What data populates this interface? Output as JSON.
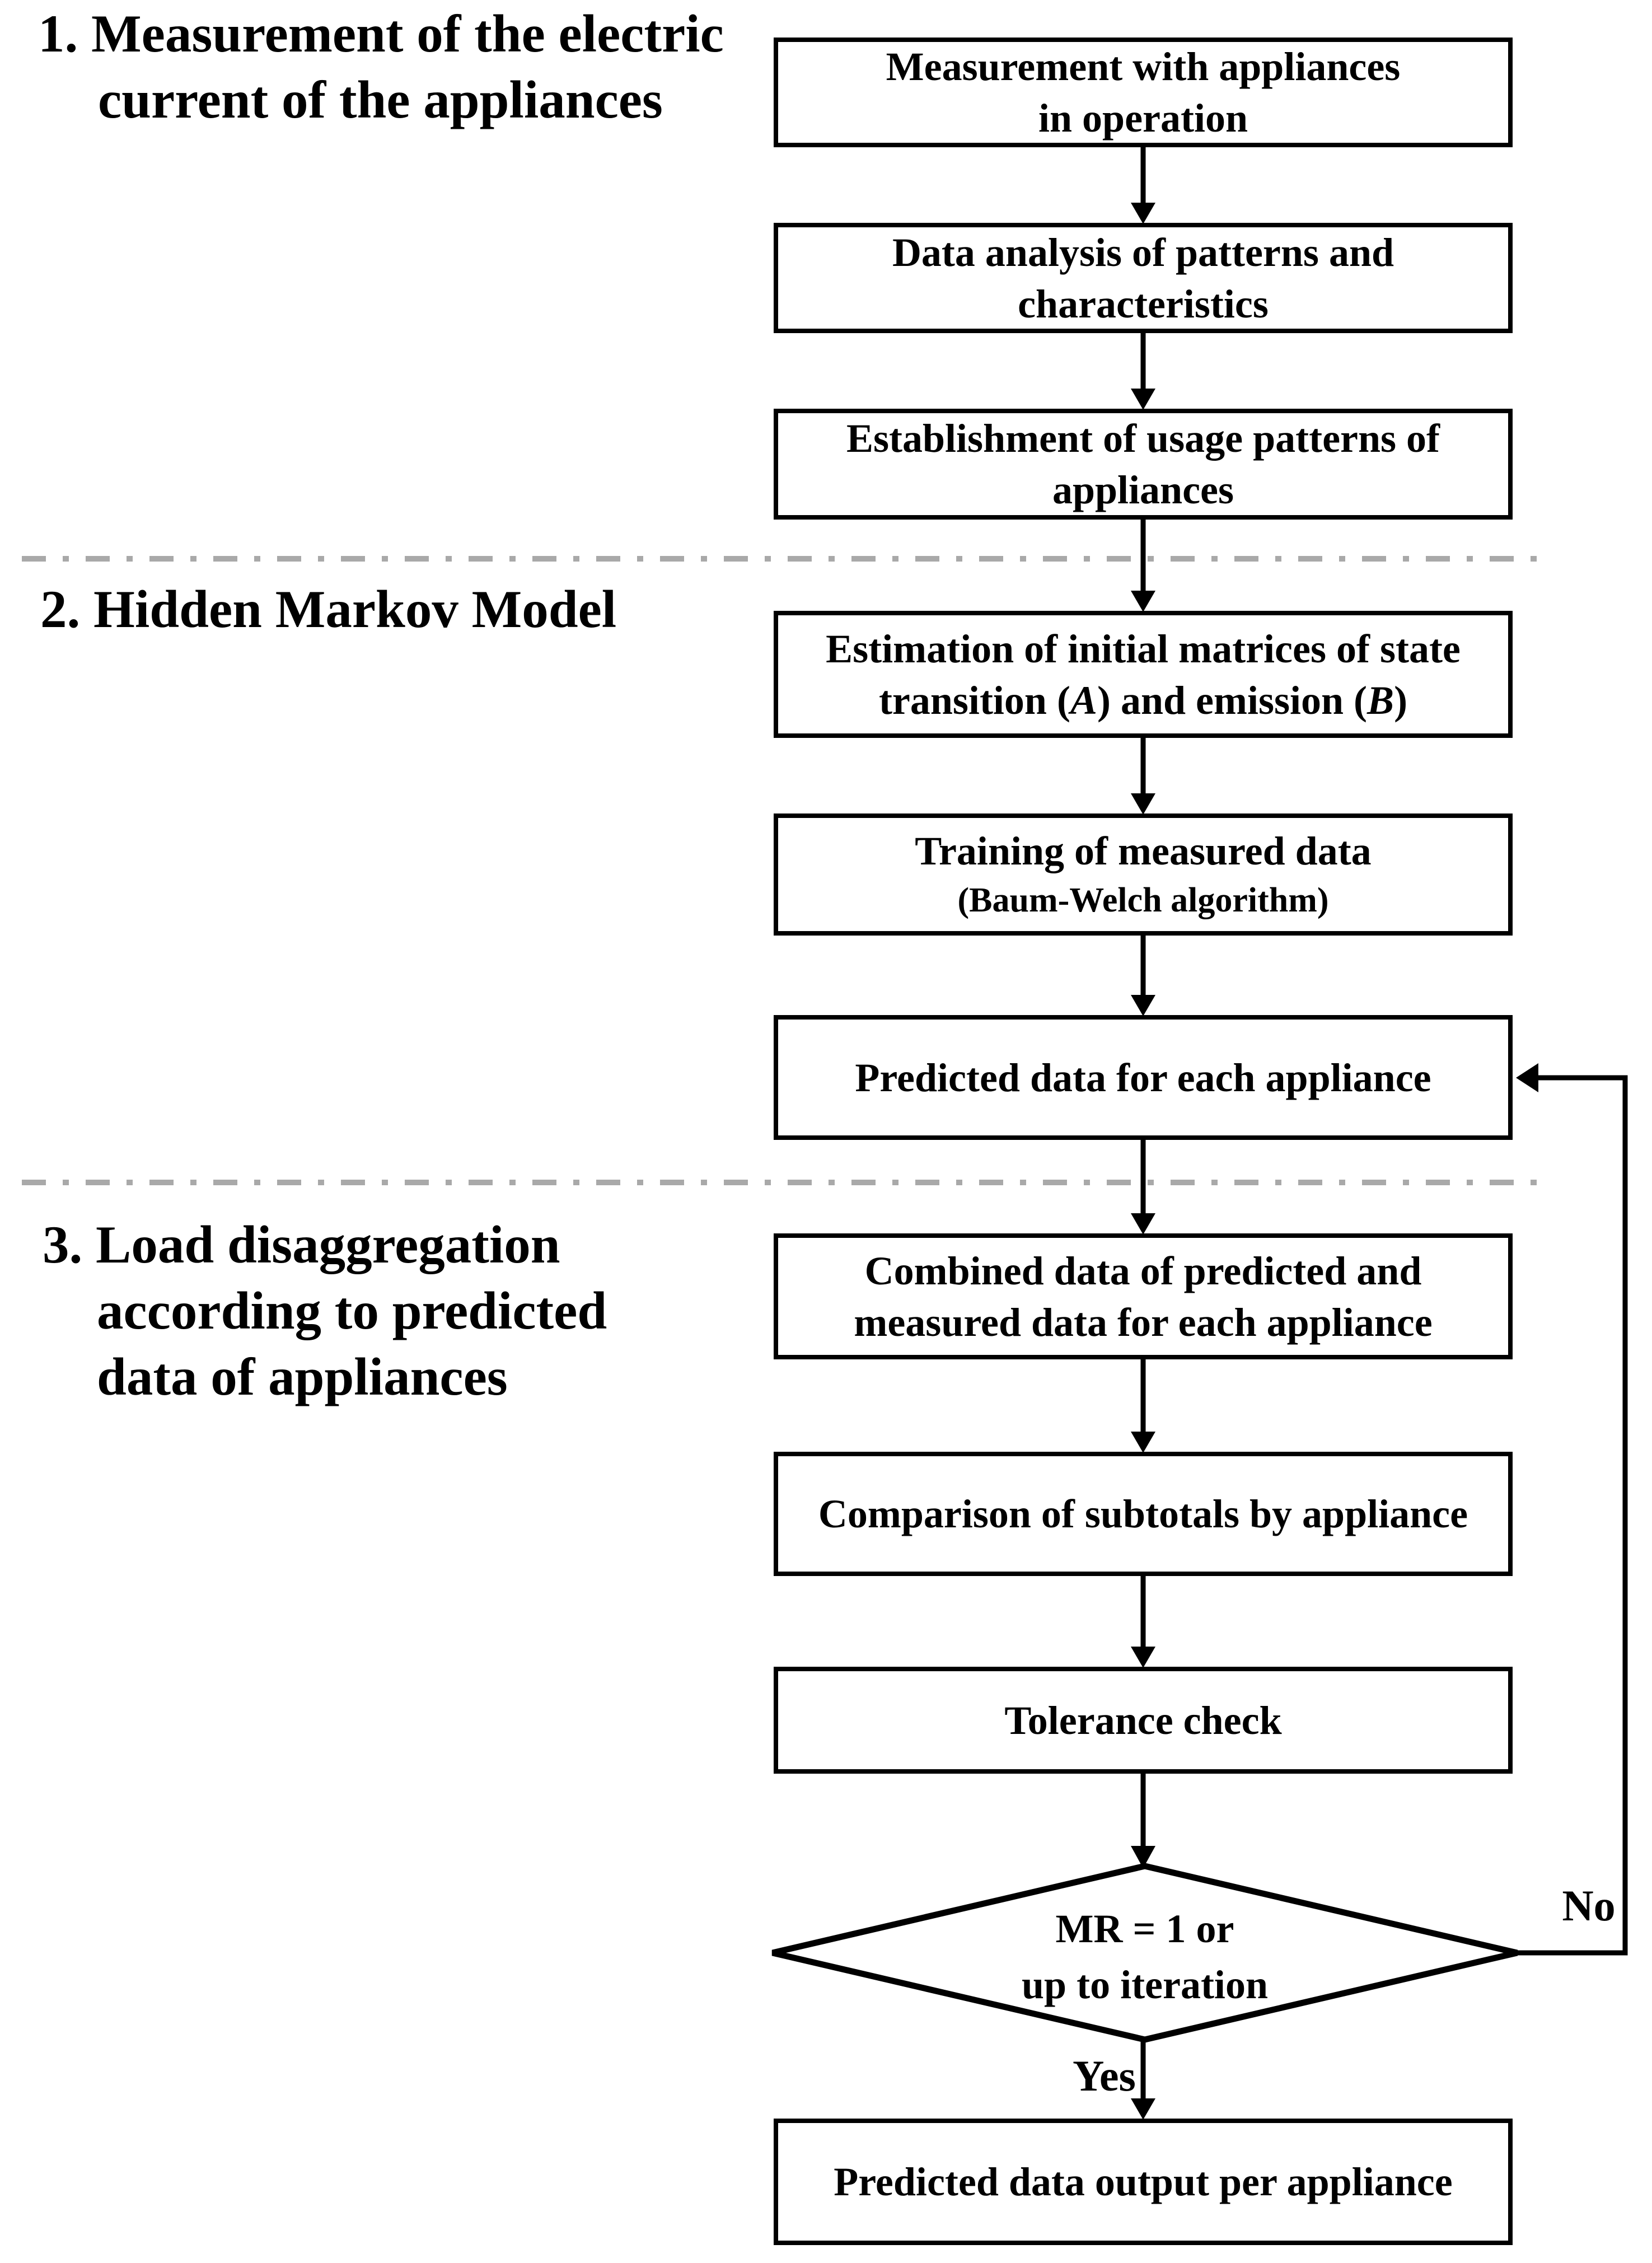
{
  "colors": {
    "background": "#ffffff",
    "line": "#000000",
    "text": "#000000",
    "divider": "#a9a9a9",
    "box_fill": "#ffffff"
  },
  "sections": {
    "s1": {
      "lines": [
        "1. Measurement of the electric",
        "current of the appliances"
      ]
    },
    "s2": {
      "lines": [
        "2. Hidden Markov Model"
      ]
    },
    "s3": {
      "lines": [
        "3. Load disaggregation",
        "according to predicted",
        "data of appliances"
      ]
    }
  },
  "flowchart": {
    "boxes": {
      "measurement": {
        "lines": [
          "Measurement with appliances",
          "in operation"
        ]
      },
      "data_analysis": {
        "lines": [
          "Data analysis of patterns and",
          "characteristics"
        ]
      },
      "usage_patterns": {
        "lines": [
          "Establishment of usage patterns of",
          "appliances"
        ]
      },
      "estimation": {
        "line1": "Estimation of initial matrices of state",
        "line2": {
          "s0": "transition (",
          "s1": "A",
          "s2": ") and emission (",
          "s3": "B",
          "s4": ")"
        }
      },
      "training": {
        "line1": "Training of measured data",
        "line2": "(Baum-Welch algorithm)"
      },
      "predicted": {
        "label": "Predicted data for each appliance"
      },
      "combined": {
        "lines": [
          "Combined data of predicted and",
          "measured data for each appliance"
        ]
      },
      "comparison": {
        "label": "Comparison of subtotals by appliance"
      },
      "tolerance": {
        "label": "Tolerance check"
      },
      "output": {
        "label": "Predicted data output per appliance"
      }
    },
    "decision": {
      "lines": [
        "MR = 1 or",
        "up to iteration"
      ]
    },
    "edge_labels": {
      "yes": "Yes",
      "no": "No"
    }
  }
}
